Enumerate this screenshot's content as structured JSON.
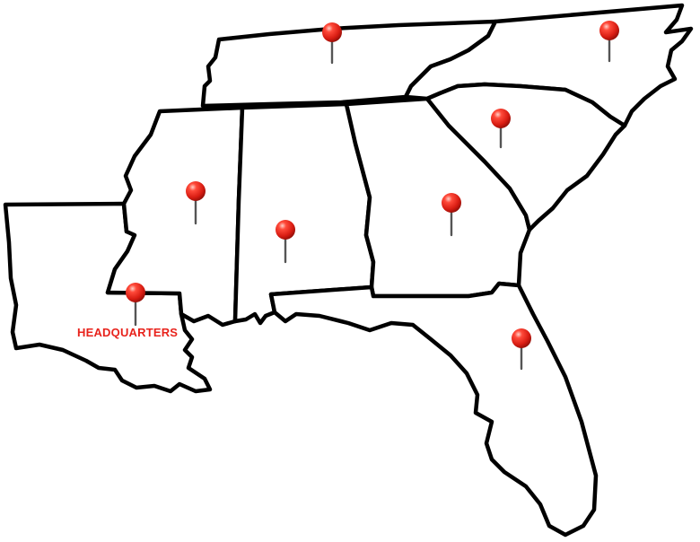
{
  "map": {
    "pin_color": "#e8231c",
    "headquarters_label": "HEADQUARTERS",
    "headquarters_color": "#e8231c",
    "pins": [
      {
        "name": "pin-tennessee",
        "icon": "map-pin-icon"
      },
      {
        "name": "pin-north-carolina",
        "icon": "map-pin-icon"
      },
      {
        "name": "pin-south-carolina",
        "icon": "map-pin-icon"
      },
      {
        "name": "pin-mississippi",
        "icon": "map-pin-icon"
      },
      {
        "name": "pin-alabama",
        "icon": "map-pin-icon"
      },
      {
        "name": "pin-georgia",
        "icon": "map-pin-icon"
      },
      {
        "name": "pin-louisiana-headquarters",
        "icon": "map-pin-icon"
      },
      {
        "name": "pin-florida",
        "icon": "map-pin-icon"
      }
    ]
  }
}
